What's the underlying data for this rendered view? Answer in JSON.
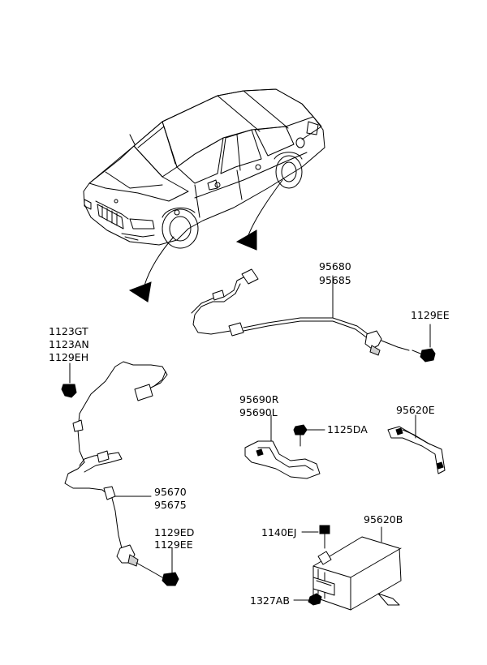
{
  "parts": {
    "front_sensor": [
      "95670",
      "95675"
    ],
    "rear_sensor": [
      "95680",
      "95685"
    ],
    "front_bolt_group": [
      "1123GT",
      "1123AN",
      "1129EH"
    ],
    "front_sensor_bolt": [
      "1129ED",
      "1129EE"
    ],
    "rear_sensor_bolt": [
      "1129EE"
    ],
    "bracket": [
      "95690R",
      "95690L"
    ],
    "bracket_bolt": [
      "1125DA"
    ],
    "module_bracket": [
      "95620E"
    ],
    "module": [
      "95620B"
    ],
    "module_bolt": [
      "1140EJ"
    ],
    "module_nut": [
      "1327AB"
    ]
  }
}
